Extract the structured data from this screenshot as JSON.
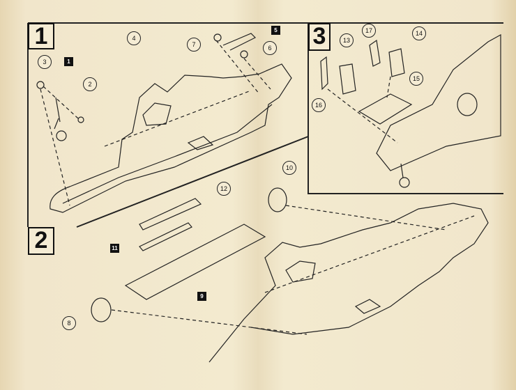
{
  "steps": [
    {
      "label": "1"
    },
    {
      "label": "2"
    },
    {
      "label": "3"
    }
  ],
  "callouts": [
    "3",
    "2",
    "4",
    "7",
    "6",
    "10",
    "12",
    "8",
    "13",
    "17",
    "14",
    "15",
    "16"
  ],
  "tags": [
    "1",
    "5",
    "11",
    "9"
  ],
  "colors": {
    "paper": "#f3eacf",
    "ink": "#111111"
  }
}
